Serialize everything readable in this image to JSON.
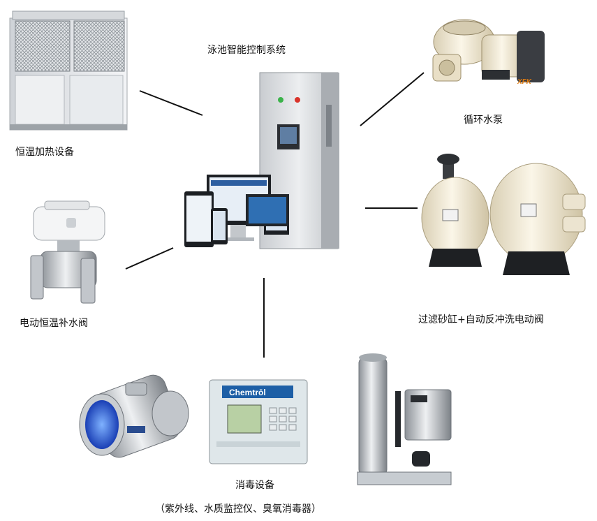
{
  "center": {
    "label": "泳池智能控制系统"
  },
  "nodes": {
    "heater": {
      "label": "恒温加热设备",
      "icon": "heat-pump-unit-icon"
    },
    "pump": {
      "label": "循环水泵",
      "icon": "circulation-pump-icon",
      "brand": "XFK"
    },
    "valve": {
      "label": "电动恒温补水阀",
      "icon": "motorized-ball-valve-icon"
    },
    "filter": {
      "label": "过滤砂缸+自动反冲洗电动阀",
      "icon": "sand-filter-tanks-icon"
    },
    "disinfection": {
      "label": "消毒设备",
      "sublabel": "（紫外线、水质监控仪、臭氧消毒器）",
      "uv_icon": "uv-sterilizer-icon",
      "monitor_icon": "water-quality-monitor-icon",
      "monitor_brand": "Chemtrōl",
      "ozone_icon": "ozone-generator-icon"
    }
  },
  "colors": {
    "line": "#111111",
    "cabinet": "#d7dadd",
    "tank": "#efe6cf",
    "steel": "#b9bec3"
  }
}
